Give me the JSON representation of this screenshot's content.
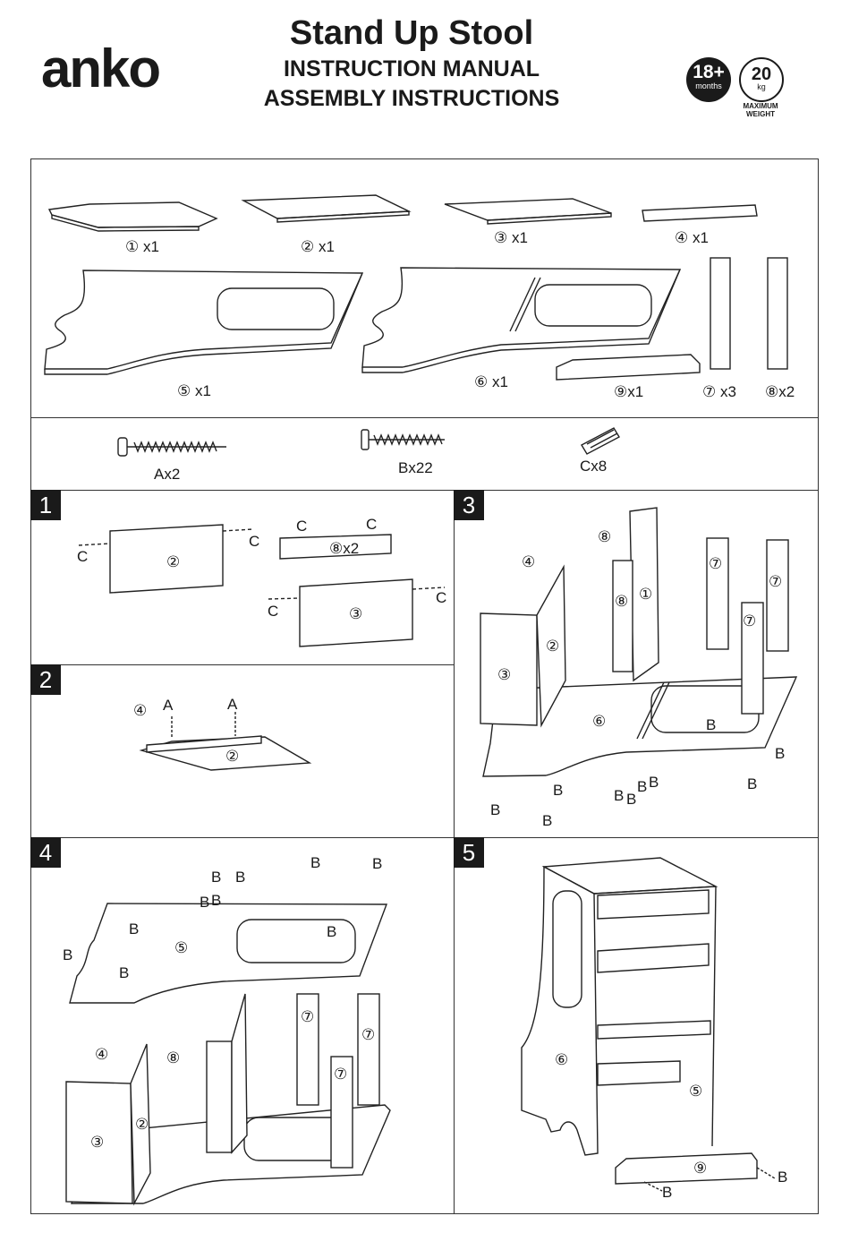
{
  "header": {
    "logo": "anko",
    "title": "Stand Up Stool",
    "subtitle1": "INSTRUCTION MANUAL",
    "subtitle2": "ASSEMBLY INSTRUCTIONS",
    "age_badge": {
      "value": "18+",
      "unit": "months"
    },
    "weight_badge": {
      "value": "20",
      "unit": "kg",
      "caption": "MAXIMUM WEIGHT"
    }
  },
  "parts": [
    {
      "label": "① x1"
    },
    {
      "label": "② x1"
    },
    {
      "label": "③ x1"
    },
    {
      "label": "④ x1"
    },
    {
      "label": "⑤ x1"
    },
    {
      "label": "⑥ x1"
    },
    {
      "label": "⑨x1"
    },
    {
      "label": "⑦ x3"
    },
    {
      "label": "⑧x2"
    }
  ],
  "hardware": [
    {
      "label": "Ax2",
      "icon": "screw-a-icon"
    },
    {
      "label": "Bx22",
      "icon": "screw-b-icon"
    },
    {
      "label": "Cx8",
      "icon": "dowel-icon"
    }
  ],
  "steps": {
    "s1": {
      "num": "1",
      "panel2": "②",
      "panel3": "③",
      "part8": "⑧x2",
      "c": "C"
    },
    "s2": {
      "num": "2",
      "part4": "④",
      "part2": "②",
      "a": "A"
    },
    "s3": {
      "num": "3",
      "p8": "⑧",
      "p4": "④",
      "p1": "①",
      "p2": "②",
      "p3": "③",
      "p6": "⑥",
      "p7": "⑦",
      "b": "B"
    },
    "s4": {
      "num": "4",
      "p5": "⑤",
      "p4": "④",
      "p8": "⑧",
      "p7": "⑦",
      "p3": "③",
      "p2": "②",
      "b": "B"
    },
    "s5": {
      "num": "5",
      "p6": "⑥",
      "p5": "⑤",
      "p9": "⑨",
      "b": "B"
    }
  }
}
